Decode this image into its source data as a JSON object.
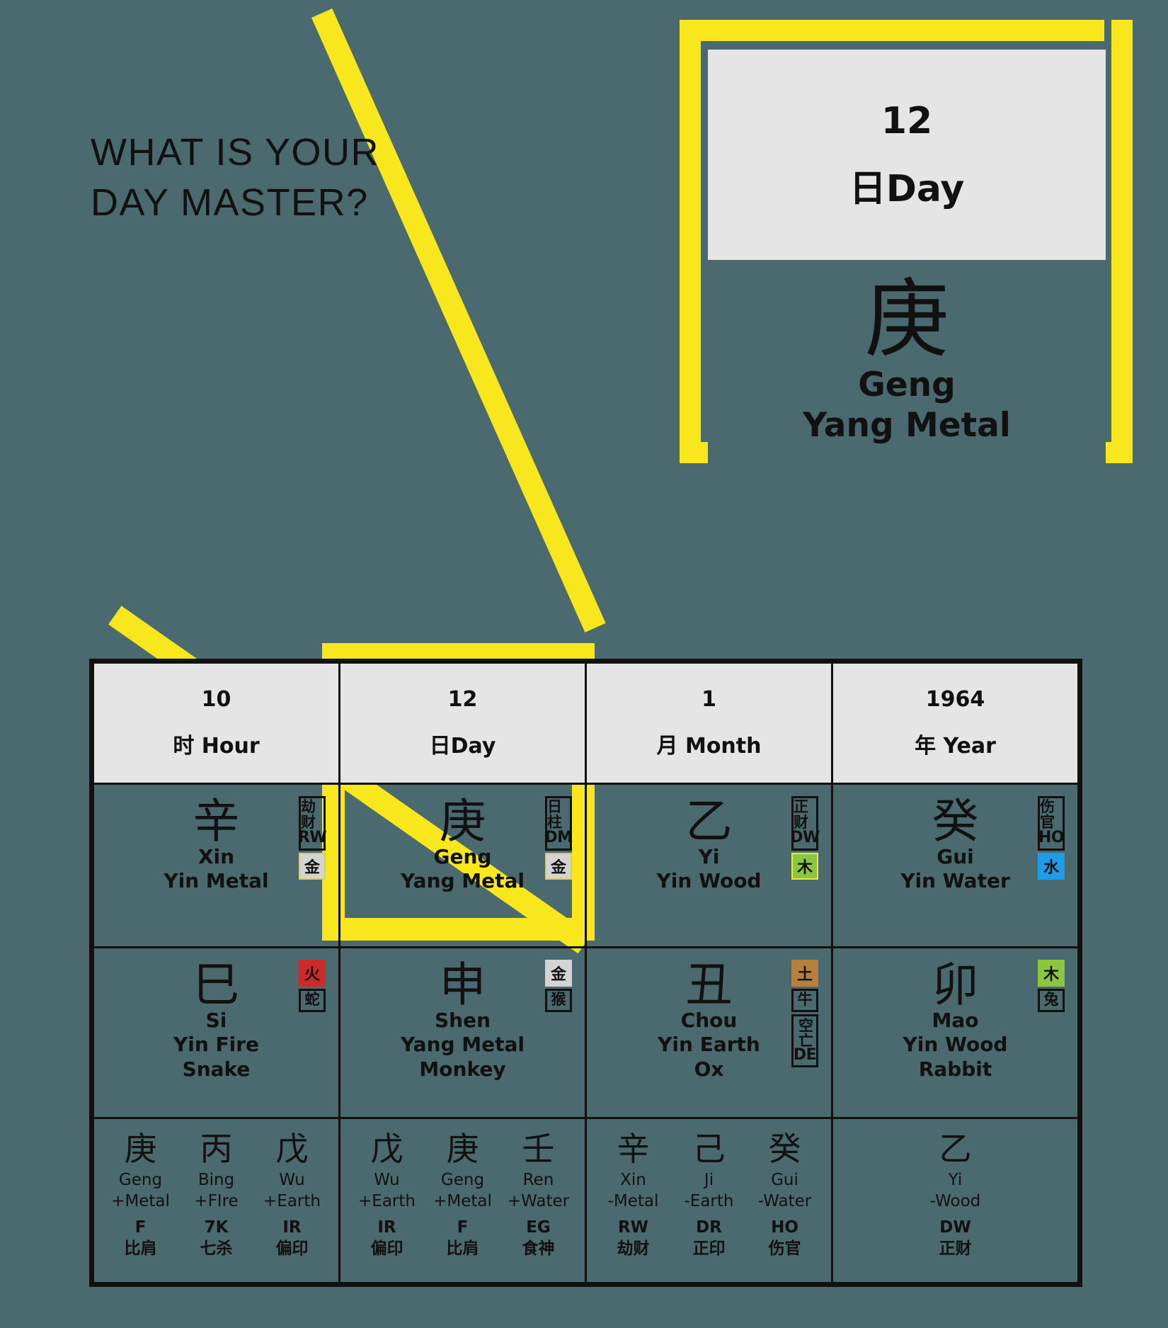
{
  "heading": "WHAT IS YOUR\nDAY MASTER?",
  "colors": {
    "background": "#4b6a70",
    "highlight": "#f8e71c",
    "header_band": "#e5e5e5",
    "ink": "#111111",
    "metal": "#d4d4d4",
    "wood": "#8cc63f",
    "water": "#1f9ce8",
    "fire": "#cc2b2b",
    "earth": "#b4803c"
  },
  "callout": {
    "number": "12",
    "label": "日Day",
    "stem_han": "庚",
    "stem_pinyin": "Geng",
    "stem_element": "Yang Metal"
  },
  "chart": {
    "headers": [
      {
        "number": "10",
        "label": "时 Hour"
      },
      {
        "number": "12",
        "label": "日Day"
      },
      {
        "number": "1",
        "label": "月 Month"
      },
      {
        "number": "1964",
        "label": "年 Year"
      }
    ],
    "stems": [
      {
        "han": "辛",
        "pinyin": "Xin",
        "element": "Yin Metal",
        "god_cn": "劫财",
        "god_abbr": "RW",
        "element_chip": "金",
        "chip_color": "#d4d4d4"
      },
      {
        "han": "庚",
        "pinyin": "Geng",
        "element": "Yang Metal",
        "god_cn": "日柱",
        "god_abbr": "DM",
        "element_chip": "金",
        "chip_color": "#d4d4d4"
      },
      {
        "han": "乙",
        "pinyin": "Yi",
        "element": "Yin Wood",
        "god_cn": "正财",
        "god_abbr": "DW",
        "element_chip": "木",
        "chip_color": "#8cc63f"
      },
      {
        "han": "癸",
        "pinyin": "Gui",
        "element": "Yin Water",
        "god_cn": "伤官",
        "god_abbr": "HO",
        "element_chip": "水",
        "chip_color": "#1f9ce8"
      }
    ],
    "branches": [
      {
        "han": "巳",
        "pinyin": "Si",
        "element": "Yin Fire",
        "animal": "Snake",
        "element_chip": "火",
        "chip_color": "#cc2b2b",
        "animal_chip": "蛇",
        "extra_cn": "",
        "extra_abbr": ""
      },
      {
        "han": "申",
        "pinyin": "Shen",
        "element": "Yang Metal",
        "animal": "Monkey",
        "element_chip": "金",
        "chip_color": "#d4d4d4",
        "animal_chip": "猴",
        "extra_cn": "",
        "extra_abbr": ""
      },
      {
        "han": "丑",
        "pinyin": "Chou",
        "element": "Yin Earth",
        "animal": "Ox",
        "element_chip": "土",
        "chip_color": "#b4803c",
        "animal_chip": "牛",
        "extra_cn": "空亡",
        "extra_abbr": "DE"
      },
      {
        "han": "卯",
        "pinyin": "Mao",
        "element": "Yin Wood",
        "animal": "Rabbit",
        "element_chip": "木",
        "chip_color": "#8cc63f",
        "animal_chip": "兔",
        "extra_cn": "",
        "extra_abbr": ""
      }
    ],
    "hidden_stems": [
      [
        {
          "han": "庚",
          "pinyin": "Geng",
          "polarity": "+Metal",
          "abbr": "F",
          "cn": "比肩"
        },
        {
          "han": "丙",
          "pinyin": "Bing",
          "polarity": "+FIre",
          "abbr": "7K",
          "cn": "七杀"
        },
        {
          "han": "戊",
          "pinyin": "Wu",
          "polarity": "+Earth",
          "abbr": "IR",
          "cn": "偏印"
        }
      ],
      [
        {
          "han": "戊",
          "pinyin": "Wu",
          "polarity": "+Earth",
          "abbr": "IR",
          "cn": "偏印"
        },
        {
          "han": "庚",
          "pinyin": "Geng",
          "polarity": "+Metal",
          "abbr": "F",
          "cn": "比肩"
        },
        {
          "han": "壬",
          "pinyin": "Ren",
          "polarity": "+Water",
          "abbr": "EG",
          "cn": "食神"
        }
      ],
      [
        {
          "han": "辛",
          "pinyin": "Xin",
          "polarity": "-Metal",
          "abbr": "RW",
          "cn": "劫财"
        },
        {
          "han": "己",
          "pinyin": "Ji",
          "polarity": "-Earth",
          "abbr": "DR",
          "cn": "正印"
        },
        {
          "han": "癸",
          "pinyin": "Gui",
          "polarity": "-Water",
          "abbr": "HO",
          "cn": "伤官"
        }
      ],
      [
        {
          "han": "乙",
          "pinyin": "Yi",
          "polarity": "-Wood",
          "abbr": "DW",
          "cn": "正财"
        }
      ]
    ]
  }
}
